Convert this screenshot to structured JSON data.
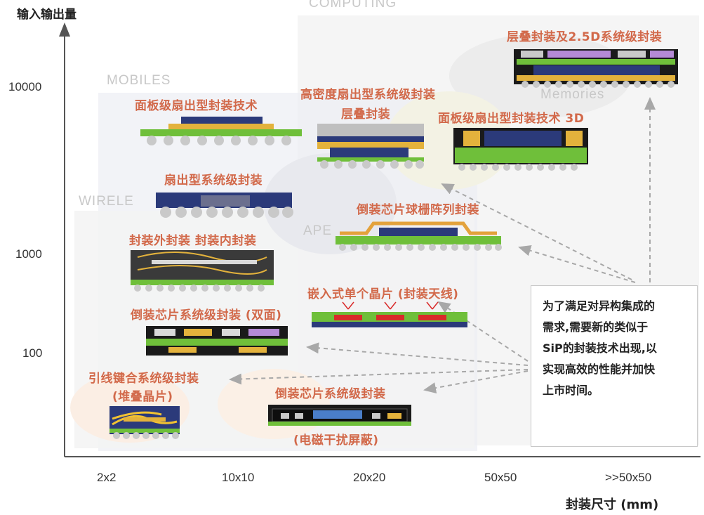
{
  "axes": {
    "y_title": "输入输出量",
    "x_title": "封装尺寸 (mm)",
    "y_ticks": [
      "10000",
      "1000",
      "100"
    ],
    "x_ticks": [
      "2x2",
      "10x10",
      "20x20",
      "50x50",
      ">>50x50"
    ]
  },
  "regions": {
    "computing": "COMPUTING",
    "mobiles": "MOBILES",
    "wireless": "WIRELE",
    "memories": "Memories",
    "ape": "APE"
  },
  "packages": {
    "stacked_25d": "层叠封装及2.5D系统级封装",
    "panel_fanout": "面板级扇出型封装技术",
    "high_density_fanout_l1": "高密度扇出型系统级封装",
    "high_density_fanout_l2": "层叠封装",
    "panel_fanout_3d": "面板级扇出型封装技术 3D",
    "fanout_sip": "扇出型系统级封装",
    "fc_bga": "倒装芯片球栅阵列封装",
    "pip_pop": "封装外封装 封装内封装",
    "embedded_die": "嵌入式单个晶片 (封装天线)",
    "fc_sip_double": "倒装芯片系统级封装 (双面)",
    "wirebond_l1": "引线键合系统级封装",
    "wirebond_l2": "(堆叠晶片)",
    "fc_sip_emi_l1": "倒装芯片系统级封装",
    "fc_sip_emi_l2": "(电磁干扰屏蔽)"
  },
  "note": "为了满足对异构集成的\n需求,需要新的类似于\nSiP的封装技术出现,以\n实现高效的性能并加快\n上市时间。",
  "colors": {
    "label": "#d2694a",
    "arrow": "#9a9a9a",
    "substrate_green": "#6fbf3a",
    "die_navy": "#2b3a7a",
    "ball_silver": "#c9c9c9",
    "mold_gold": "#e3b23c"
  }
}
